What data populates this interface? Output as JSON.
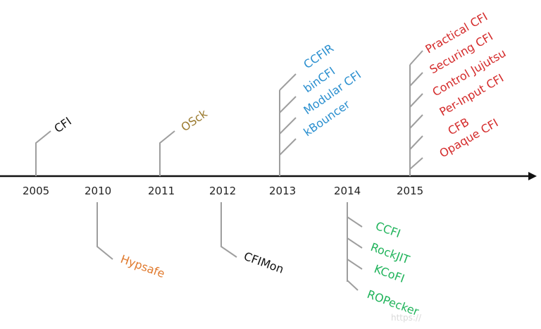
{
  "colors": {
    "black": "#111111",
    "brown": "#9a7a2e",
    "orange": "#e07a2e",
    "blue": "#2a8fcf",
    "red": "#d42a2a",
    "green": "#1fb35a",
    "connector": "#9e9e9e"
  },
  "years": [
    "2005",
    "2010",
    "2011",
    "2012",
    "2013",
    "2014",
    "2015"
  ],
  "entries": [
    {
      "year": "2005",
      "label": "CFI",
      "color": "black"
    },
    {
      "year": "2010",
      "label": "Hypsafe",
      "color": "orange"
    },
    {
      "year": "2011",
      "label": "OSck",
      "color": "brown"
    },
    {
      "year": "2012",
      "label": "CFIMon",
      "color": "black"
    },
    {
      "year": "2013",
      "label": "CCFIR",
      "color": "blue"
    },
    {
      "year": "2013",
      "label": "binCFI",
      "color": "blue"
    },
    {
      "year": "2013",
      "label": "Modular CFI",
      "color": "blue"
    },
    {
      "year": "2013",
      "label": "kBouncer",
      "color": "blue"
    },
    {
      "year": "2014",
      "label": "CCFI",
      "color": "green"
    },
    {
      "year": "2014",
      "label": "RockJIT",
      "color": "green"
    },
    {
      "year": "2014",
      "label": "KCoFI",
      "color": "green"
    },
    {
      "year": "2014",
      "label": "ROPecker",
      "color": "green"
    },
    {
      "year": "2015",
      "label": "Practical CFI",
      "color": "red"
    },
    {
      "year": "2015",
      "label": "Securing CFI",
      "color": "red"
    },
    {
      "year": "2015",
      "label": "Control Jujutsu",
      "color": "red"
    },
    {
      "year": "2015",
      "label": "Per-Input CFI",
      "color": "red"
    },
    {
      "year": "2015",
      "label": "CFB",
      "color": "red"
    },
    {
      "year": "2015",
      "label": "Opaque CFI",
      "color": "red"
    }
  ],
  "watermark": "https://"
}
